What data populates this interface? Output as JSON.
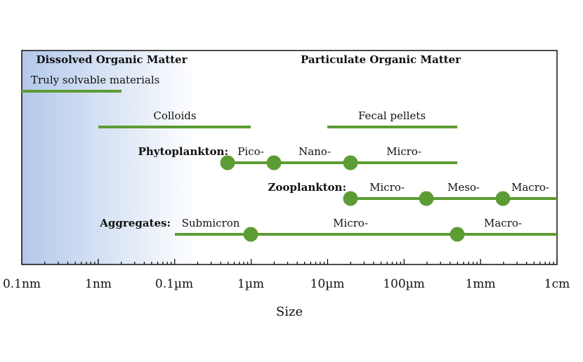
{
  "headers": {
    "dissolved": "Dissolved Organic Matter",
    "particulate": "Particulate Organic Matter"
  },
  "x_axis": {
    "label": "Size",
    "ticks": [
      "0.1nm",
      "1nm",
      "0.1µm",
      "1µm",
      "10µm",
      "100µm",
      "1mm",
      "1cm"
    ]
  },
  "colors": {
    "bar": "#5c9c34",
    "gradient_start": "#b3c8ea",
    "gradient_end": "#ffffff",
    "frame": "#000000"
  },
  "ranges": {
    "truly_solvable": {
      "label": "Truly solvable materials"
    },
    "colloids": {
      "label": "Colloids"
    },
    "fecal_pellets": {
      "label": "Fecal pellets"
    }
  },
  "phytoplankton": {
    "title": "Phytoplankton:",
    "segments": [
      "Pico-",
      "Nano-",
      "Micro-"
    ]
  },
  "zooplankton": {
    "title": "Zooplankton:",
    "segments": [
      "Micro-",
      "Meso-",
      "Macro-"
    ]
  },
  "aggregates": {
    "title": "Aggregates:",
    "segments": [
      "Submicron",
      "Micro-",
      "Macro-"
    ]
  }
}
